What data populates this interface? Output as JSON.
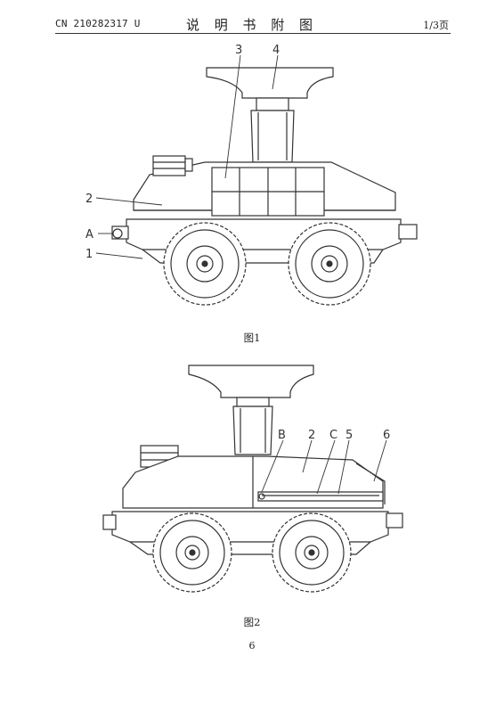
{
  "header": {
    "patent_number": "CN 210282317 U",
    "section_title": "说 明 书 附 图",
    "page_of_total": "1/3页"
  },
  "figure1": {
    "caption": "图1",
    "labels": {
      "l1": "1",
      "l2": "2",
      "l3": "3",
      "l4": "4",
      "la": "A"
    }
  },
  "figure2": {
    "caption": "图2",
    "labels": {
      "lb": "B",
      "l2": "2",
      "lc": "C",
      "l5": "5",
      "l6": "6"
    }
  },
  "footer": {
    "page_number": "6"
  }
}
